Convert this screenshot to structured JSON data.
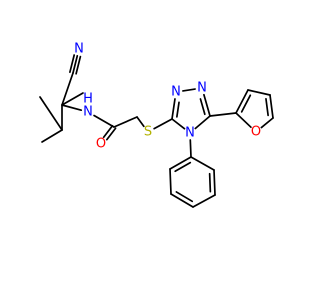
{
  "structure": {
    "colors": {
      "C": "#000000",
      "N": "#0000ff",
      "O": "#ff0000",
      "S": "#b2b200"
    },
    "atoms": [
      {
        "id": 0,
        "label": "",
        "el": "C"
      },
      {
        "id": 1,
        "label": "",
        "el": "C"
      },
      {
        "id": 2,
        "label": "",
        "el": "C"
      },
      {
        "id": 3,
        "label": "",
        "el": "C"
      },
      {
        "id": 4,
        "label": "",
        "el": "C"
      },
      {
        "id": 5,
        "label": "",
        "el": "C"
      },
      {
        "id": 6,
        "label": "N",
        "el": "N"
      },
      {
        "id": 7,
        "label": "N",
        "el": "N"
      },
      {
        "id": 8,
        "label": "H",
        "el": "N"
      },
      {
        "id": 9,
        "label": "",
        "el": "C"
      },
      {
        "id": 10,
        "label": "O",
        "el": "O"
      },
      {
        "id": 11,
        "label": "",
        "el": "C"
      },
      {
        "id": 12,
        "label": "S",
        "el": "S"
      },
      {
        "id": 13,
        "label": "",
        "el": "C"
      },
      {
        "id": 14,
        "label": "N",
        "el": "N"
      },
      {
        "id": 15,
        "label": "N",
        "el": "N"
      },
      {
        "id": 16,
        "label": "",
        "el": "C"
      },
      {
        "id": 17,
        "label": "N",
        "el": "N"
      },
      {
        "id": 18,
        "label": "",
        "el": "C"
      },
      {
        "id": 19,
        "label": "",
        "el": "C"
      },
      {
        "id": 20,
        "label": "",
        "el": "C"
      },
      {
        "id": 21,
        "label": "O",
        "el": "O"
      },
      {
        "id": 22,
        "label": "",
        "el": "C"
      },
      {
        "id": 23,
        "label": "",
        "el": "C"
      },
      {
        "id": 24,
        "label": "",
        "el": "C"
      },
      {
        "id": 25,
        "label": "",
        "el": "C"
      },
      {
        "id": 26,
        "label": "",
        "el": "C"
      },
      {
        "id": 27,
        "label": "",
        "el": "C"
      },
      {
        "id": 28,
        "label": "",
        "el": "C"
      },
      {
        "id": 29,
        "label": "",
        "el": "C"
      }
    ],
    "bonds": [
      [
        0,
        1,
        1
      ],
      [
        1,
        2,
        1
      ],
      [
        1,
        3,
        1
      ],
      [
        3,
        4,
        1
      ],
      [
        3,
        5,
        1
      ],
      [
        5,
        6,
        3
      ],
      [
        3,
        7,
        1
      ],
      [
        7,
        9,
        1
      ],
      [
        9,
        10,
        2
      ],
      [
        9,
        11,
        1
      ],
      [
        11,
        12,
        1
      ],
      [
        12,
        13,
        1
      ],
      [
        13,
        14,
        2
      ],
      [
        14,
        15,
        1
      ],
      [
        15,
        16,
        2
      ],
      [
        16,
        17,
        1
      ],
      [
        17,
        13,
        1
      ],
      [
        16,
        18,
        1
      ],
      [
        18,
        19,
        2
      ],
      [
        19,
        20,
        1
      ],
      [
        20,
        22,
        2
      ],
      [
        22,
        21,
        1
      ],
      [
        21,
        18,
        1
      ],
      [
        17,
        23,
        1
      ],
      [
        23,
        24,
        2
      ],
      [
        24,
        25,
        1
      ],
      [
        25,
        26,
        2
      ],
      [
        26,
        27,
        1
      ],
      [
        27,
        28,
        2
      ],
      [
        28,
        23,
        1
      ]
    ]
  }
}
